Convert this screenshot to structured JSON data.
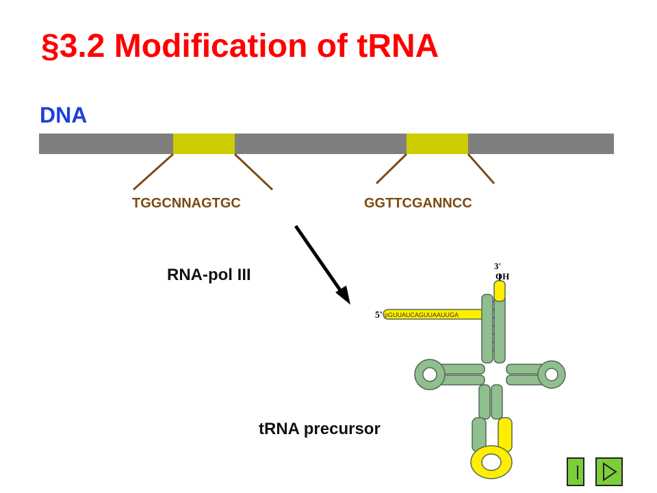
{
  "slide": {
    "title": "§3.2 Modification of tRNA",
    "dna_label": "DNA",
    "promoter_a": "TGGCNNAGTGC",
    "promoter_b": "GGTTCGANNCC",
    "enzyme_label": "RNA-pol III",
    "product_label": "tRNA precursor"
  },
  "trna": {
    "five_prime": "5'",
    "three_prime": "3'",
    "oh": "OH",
    "leader": "pGUUAUCAGUUAAUUGA"
  },
  "colors": {
    "title": "#ff0000",
    "dna_label": "#1f3fd9",
    "promoter_box": "#cccc00",
    "dna_bar": "#7f7f7f",
    "sequence_text": "#7a4a12",
    "trna_body": "#8fbf8f",
    "trna_highlight": "#ffee00",
    "nav_button": "#7dcc3a"
  },
  "nav": {
    "prev_icon": "back-icon",
    "next_icon": "play-forward-icon"
  }
}
